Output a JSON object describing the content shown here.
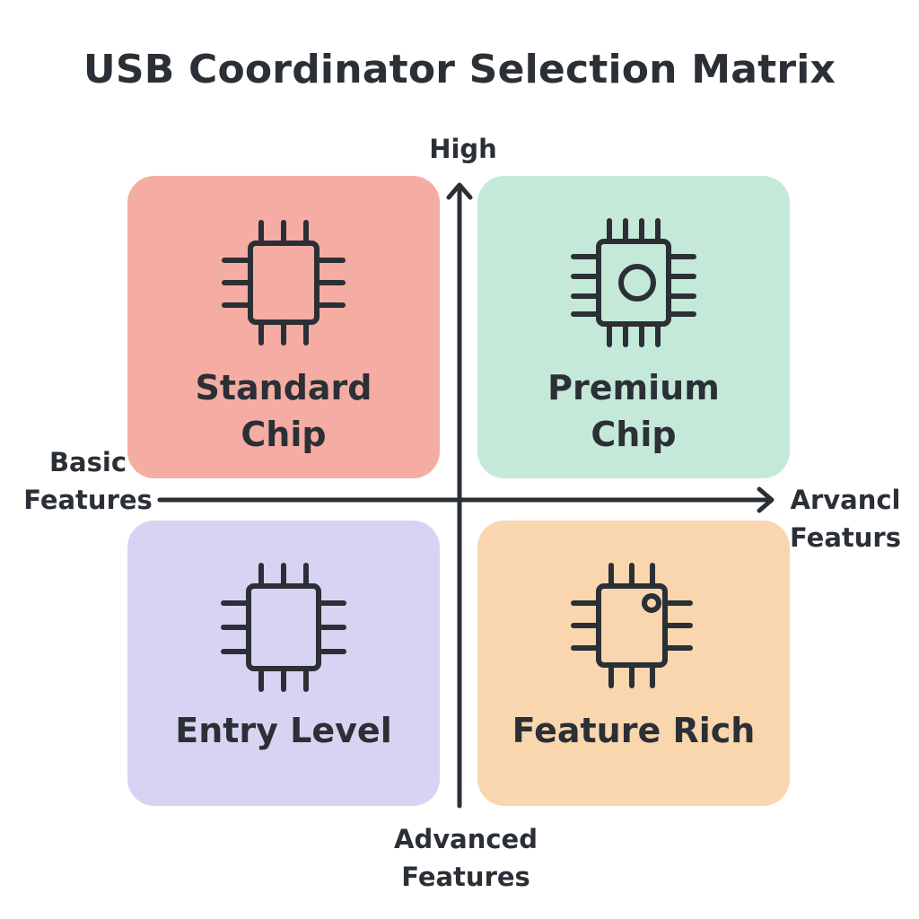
{
  "title": "USB Coordinator Selection Matrix",
  "axes": {
    "top": "High",
    "left_line1": "Basic",
    "left_line2": "Features",
    "right_line1": "Arvancl",
    "right_line2": "Featurs",
    "bottom_line1": "Advanced",
    "bottom_line2": "Features"
  },
  "quadrants": [
    {
      "position": "top-left",
      "line1": "Standard",
      "line2": "Chip",
      "color": "#f5aca2",
      "icon": "chip-icon"
    },
    {
      "position": "top-right",
      "line1": "Premium",
      "line2": "Chip",
      "color": "#c4e9d9",
      "icon": "chip-circle-icon"
    },
    {
      "position": "bottom-left",
      "line1": "Entry Level",
      "line2": "",
      "color": "#d9d3f3",
      "icon": "chip-icon"
    },
    {
      "position": "bottom-right",
      "line1": "Feature Rich",
      "line2": "",
      "color": "#f9d6ad",
      "icon": "chip-dot-icon"
    }
  ],
  "colors": {
    "ink": "#2b2f36"
  }
}
